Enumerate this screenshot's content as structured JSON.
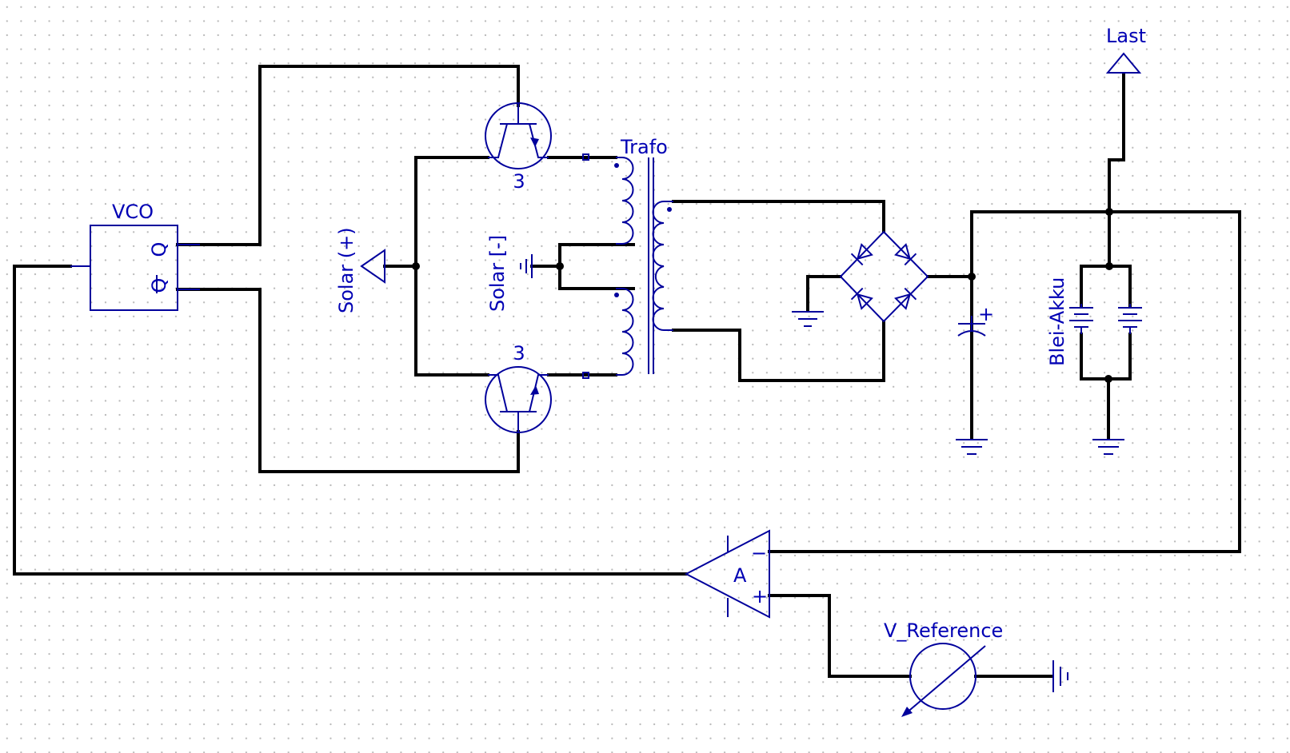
{
  "labels": {
    "vco": "VCO",
    "vco_out_q": "Q",
    "vco_out_qbar": "Q",
    "trafo": "Trafo",
    "solar_plus": "Solar (+)",
    "solar_minus": "Solar [-]",
    "transistor_top_num": "3",
    "transistor_bottom_num": "3",
    "last": "Last",
    "battery": "Blei-Akku",
    "cap_plus": "+",
    "opamp": "A",
    "opamp_minus": "−",
    "opamp_plus": "+",
    "vref": "V_Reference"
  },
  "colors": {
    "wire": "#000000",
    "symbol": "#00009c",
    "label": "#0000b4",
    "grid_dot": "#b9b9b9"
  }
}
